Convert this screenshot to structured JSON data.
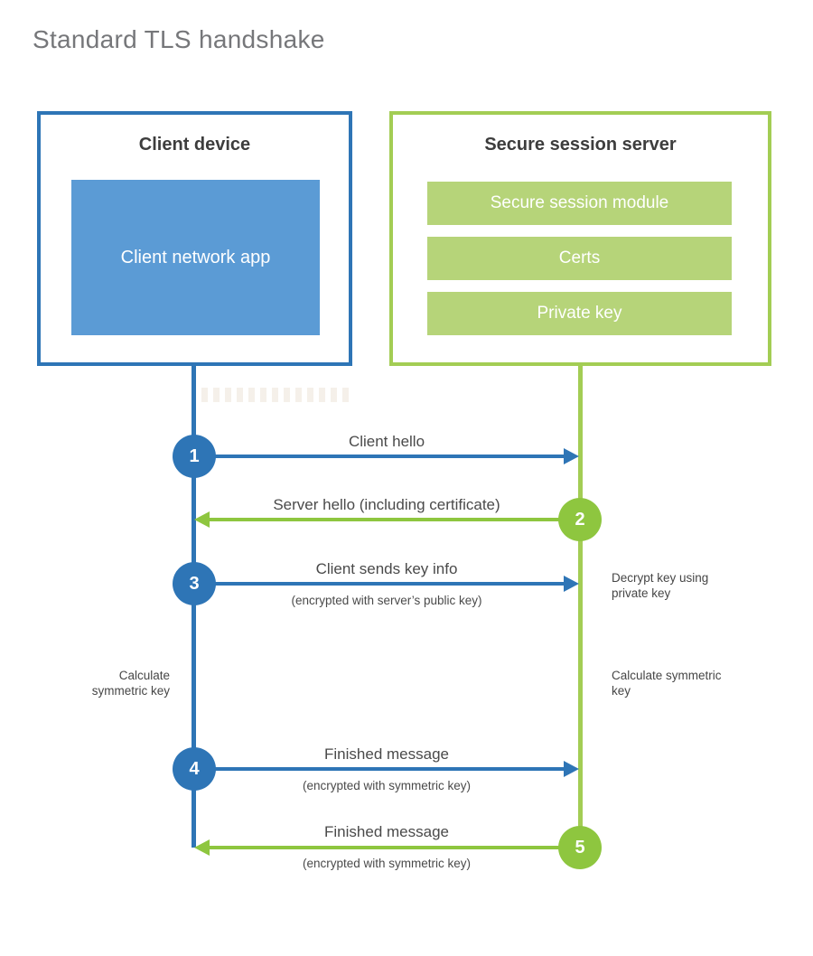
{
  "title": "Standard TLS handshake",
  "colors": {
    "blue": "#2e75b6",
    "blue_fill": "#5b9bd5",
    "green": "#8ec63f",
    "green_border": "#a3cd54",
    "green_fill": "#b6d479"
  },
  "client": {
    "title": "Client device",
    "app_label": "Client network app"
  },
  "server": {
    "title": "Secure session server",
    "modules": [
      "Secure session module",
      "Certs",
      "Private key"
    ]
  },
  "messages": [
    {
      "num": "1",
      "label": "Client hello",
      "sub": "",
      "direction": "client-to-server"
    },
    {
      "num": "2",
      "label": "Server hello (including certificate)",
      "sub": "",
      "direction": "server-to-client"
    },
    {
      "num": "3",
      "label": "Client sends key info",
      "sub": "(encrypted with server’s public key)",
      "direction": "client-to-server"
    },
    {
      "num": "4",
      "label": "Finished message",
      "sub": "(encrypted with symmetric key)",
      "direction": "client-to-server"
    },
    {
      "num": "5",
      "label": "Finished message",
      "sub": "(encrypted with symmetric key)",
      "direction": "server-to-client"
    }
  ],
  "side_notes": {
    "decrypt": "Decrypt key using private key",
    "calc_left": "Calculate symmetric key",
    "calc_right": "Calculate symmetric key"
  }
}
